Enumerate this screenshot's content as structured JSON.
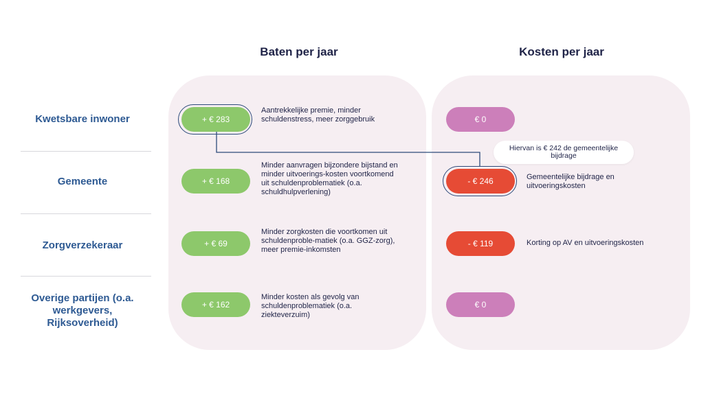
{
  "headers": {
    "baten": "Baten per jaar",
    "kosten": "Kosten per jaar"
  },
  "rows": [
    {
      "label": "Kwetsbare inwoner",
      "baten_value": "+ € 283",
      "baten_desc": "Aantrekkelijke premie, minder schuldenstress, meer zorggebruik",
      "kosten_value": "€ 0",
      "kosten_desc": ""
    },
    {
      "label": "Gemeente",
      "baten_value": "+ € 168",
      "baten_desc": "Minder aanvragen bijzondere bijstand en minder uitvoerings-kosten voortkomend uit schuldenproblematiek (o.a. schuldhulpverlening)",
      "kosten_value": "- € 246",
      "kosten_desc": "Gemeentelijke bijdrage en uitvoeringskosten"
    },
    {
      "label": "Zorgverzekeraar",
      "baten_value": "+ € 69",
      "baten_desc": "Minder zorgkosten die voortkomen uit schuldenproble-matiek (o.a. GGZ-zorg), meer premie-inkomsten",
      "kosten_value": "- € 119",
      "kosten_desc": "Korting op AV en uitvoeringskosten"
    },
    {
      "label": "Overige partijen (o.a. werkgevers, Rijksoverheid)",
      "baten_value": "+ € 162",
      "baten_desc": "Minder kosten als gevolg van schuldenproblematiek (o.a. ziekteverzuim)",
      "kosten_value": "€ 0",
      "kosten_desc": ""
    }
  ],
  "callout": "Hiervan is € 242 de gemeentelijke bijdrage",
  "colors": {
    "positive": "#8dc86b",
    "zero": "#cc7fba",
    "negative": "#e64b35",
    "panel": "#f6eef2",
    "label": "#2e5a93",
    "heading": "#1f2347",
    "connector": "#2c4a7a"
  }
}
